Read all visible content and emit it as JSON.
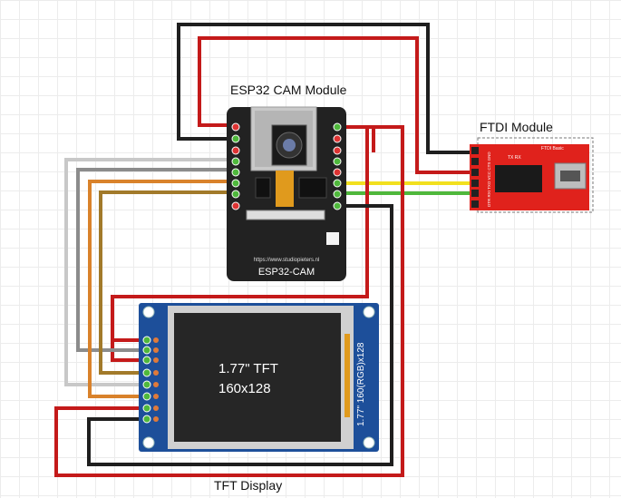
{
  "labels": {
    "esp32_module_title": "ESP32 CAM Module",
    "ftdi_module_title": "FTDI Module",
    "tft_display_title": "TFT Display",
    "esp32_board_text": "ESP32-CAM",
    "esp32_url": "https://www.studiopieters.nl",
    "ftdi_board_text": "FTDI Basic",
    "ftdi_pins": "DTR RXI TXO VCC CTS GND",
    "ftdi_led_text": "TX RX",
    "tft_screen_line1": "1.77\" TFT",
    "tft_screen_line2": "160x128",
    "tft_side_text": "1.77\" 160(RGB)x128"
  },
  "wire_colors": {
    "black": "#1f1f1f",
    "red": "#c41a1a",
    "white": "#c8c8c8",
    "grey": "#8c8c8c",
    "orange": "#d9822b",
    "brown": "#a27a2a",
    "yellow": "#f2e01f",
    "green": "#4fb83c"
  },
  "board_colors": {
    "esp32": "#222222",
    "ftdi": "#e0221c",
    "tft_frame": "#1d4f9a",
    "tft_screen": "#262626"
  }
}
